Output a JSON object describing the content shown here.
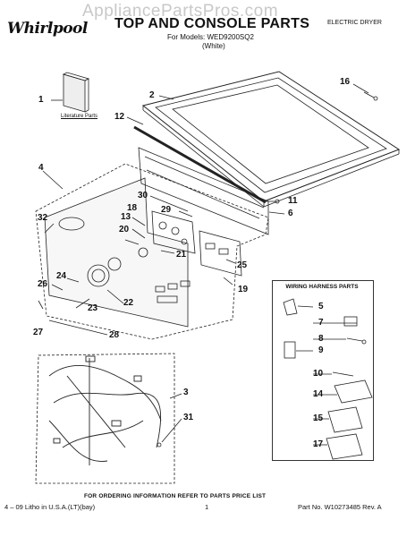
{
  "header": {
    "watermark": "AppliancePartsPros.com",
    "brand": "Whirlpool",
    "title": "TOP AND CONSOLE PARTS",
    "models": "For Models: WED9200SQ2",
    "color": "(White)",
    "product_type": "ELECTRIC DRYER"
  },
  "callouts": {
    "literature_label": "Literature Parts",
    "wiring_title": "WIRING HARNESS PARTS",
    "numbers": [
      "1",
      "2",
      "4",
      "5",
      "6",
      "7",
      "8",
      "9",
      "10",
      "11",
      "12",
      "13",
      "14",
      "15",
      "16",
      "17",
      "18",
      "19",
      "20",
      "21",
      "22",
      "23",
      "24",
      "25",
      "26",
      "27",
      "28",
      "29",
      "30",
      "31",
      "32",
      "3"
    ]
  },
  "footer": {
    "order_info": "FOR ORDERING INFORMATION REFER TO PARTS PRICE LIST",
    "litho": "4 – 09 Litho in U.S.A.(LT)(bay)",
    "page": "1",
    "part_no": "Part No. W10273485 Rev. A"
  }
}
